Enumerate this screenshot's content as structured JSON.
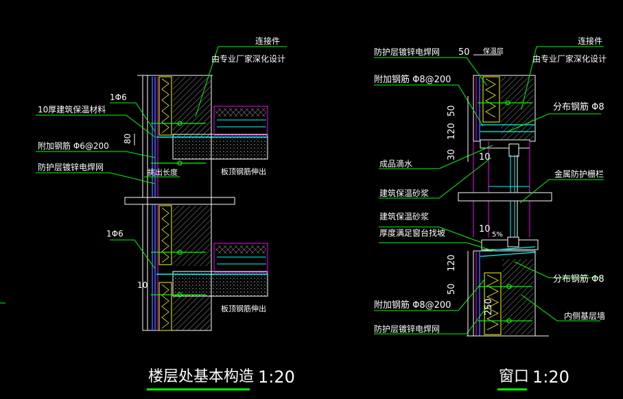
{
  "left_detail": {
    "title": "楼层处基本构造",
    "scale": "1:20",
    "labels": {
      "connector": "连接件",
      "connector_note": "由专业厂家深化设计",
      "rebar_1phi6_top": "1Φ6",
      "insulation_10": "10厚建筑保温材料",
      "dim_80": "80",
      "extra_rebar": "附加钢筋 Φ6@200",
      "mesh": "防护层镀锌电焊网",
      "overhang": "挑出长度",
      "slab_rebar_top": "板顶钢筋伸出",
      "rebar_1phi6_bottom": "1Φ6",
      "dim_10": "10",
      "slab_rebar_bottom": "板顶钢筋伸出"
    }
  },
  "right_detail": {
    "title": "窗口",
    "scale": "1:20",
    "labels": {
      "connector": "连接件",
      "mesh_top": "防护层镀锌电焊网",
      "dim_50_top": "50",
      "insulation_layer": "保温层",
      "connector_note": "由专业厂家深化设计",
      "extra_rebar_top": "附加钢筋 Φ8@200",
      "dist_rebar_top": "分布钢筋 Φ8",
      "dim_50_a": "50",
      "dim_120_a": "120",
      "dim_30": "30",
      "dim_10_a": "10",
      "drip": "成品滴水",
      "mortar_1": "建筑保温砂浆",
      "railing": "金属防护栅栏",
      "mortar_2": "建筑保温砂浆",
      "slope_note": "厚度满足窗台找坡",
      "dim_10_b": "10",
      "slope_pct": "5%",
      "dim_120_b": "120",
      "dim_50_b": "50",
      "dim_250": "250",
      "dist_rebar_bottom": "分布钢筋 Φ8",
      "extra_rebar_bottom": "附加钢筋 Φ8@200",
      "inner_wall": "内侧基层墙",
      "mesh_bottom": "防护层镀锌电焊网"
    }
  },
  "colors": {
    "background": "#000000",
    "label_text": "#ffffff",
    "leader": "#00ff00",
    "wall_outline": "#ffffff",
    "magenta": "#ff00ff",
    "cyan": "#00ffff",
    "blue": "#4466ff",
    "yellow": "#ffff00",
    "grey": "#9a9a9a",
    "title_underline": "#00ff00"
  }
}
